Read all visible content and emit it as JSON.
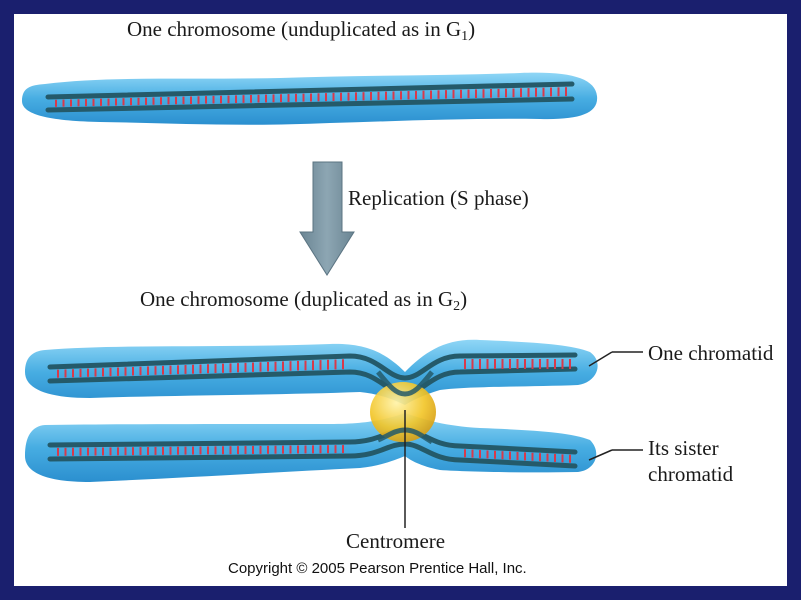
{
  "title": {
    "text": "One chromosome (unduplicated as in G",
    "subscript": "1",
    "close": ")"
  },
  "arrow_label": "Replication (S phase)",
  "subtitle": {
    "text": "One chromosome (duplicated as in G",
    "subscript": "2",
    "close": ")"
  },
  "labels": {
    "one_chromatid": "One chromatid",
    "sister_line1": "Its sister",
    "sister_line2": "chromatid",
    "centromere": "Centromere"
  },
  "copyright": "Copyright © 2005 Pearson Prentice Hall, Inc.",
  "colors": {
    "frame": "#1a1f6e",
    "chromatin": "#4fb2e6",
    "dna_strand": "#245a6a",
    "base_pairs": "#d8394a",
    "centromere": "#f0c629",
    "arrow": "#7d96a3"
  }
}
